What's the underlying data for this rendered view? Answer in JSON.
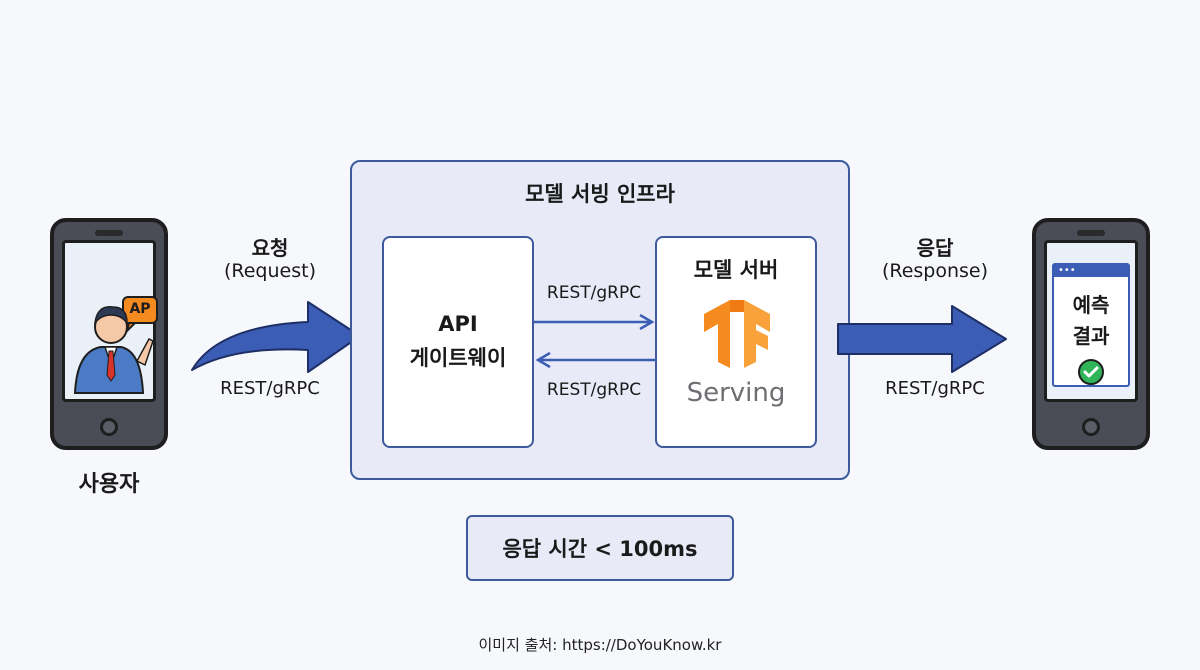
{
  "infra": {
    "title": "모델 서빙 인프라"
  },
  "gateway": {
    "line1": "API",
    "line2": "게이트웨이"
  },
  "model_server": {
    "title": "모델 서버",
    "logo_text": "Serving",
    "logo_icon": "tensorflow-logo-icon"
  },
  "user": {
    "label": "사용자",
    "badge": "AP"
  },
  "request": {
    "title": "요청",
    "subtitle": "(Request)",
    "protocol": "REST/gRPC"
  },
  "response": {
    "title": "응답",
    "subtitle": "(Response)",
    "protocol": "REST/gRPC"
  },
  "internal": {
    "to_server": "REST/gRPC",
    "to_gateway": "REST/gRPC"
  },
  "result": {
    "line1": "예측",
    "line2": "결과",
    "icon": "check-circle-icon"
  },
  "latency": {
    "text": "응답 시간 < 100ms"
  },
  "source": {
    "text": "이미지 출처: https://DoYouKnow.kr"
  },
  "colors": {
    "arrow": "#3c5db5",
    "border": "#3e5a9c",
    "accent": "#f58a1f",
    "check": "#2fb45a"
  }
}
